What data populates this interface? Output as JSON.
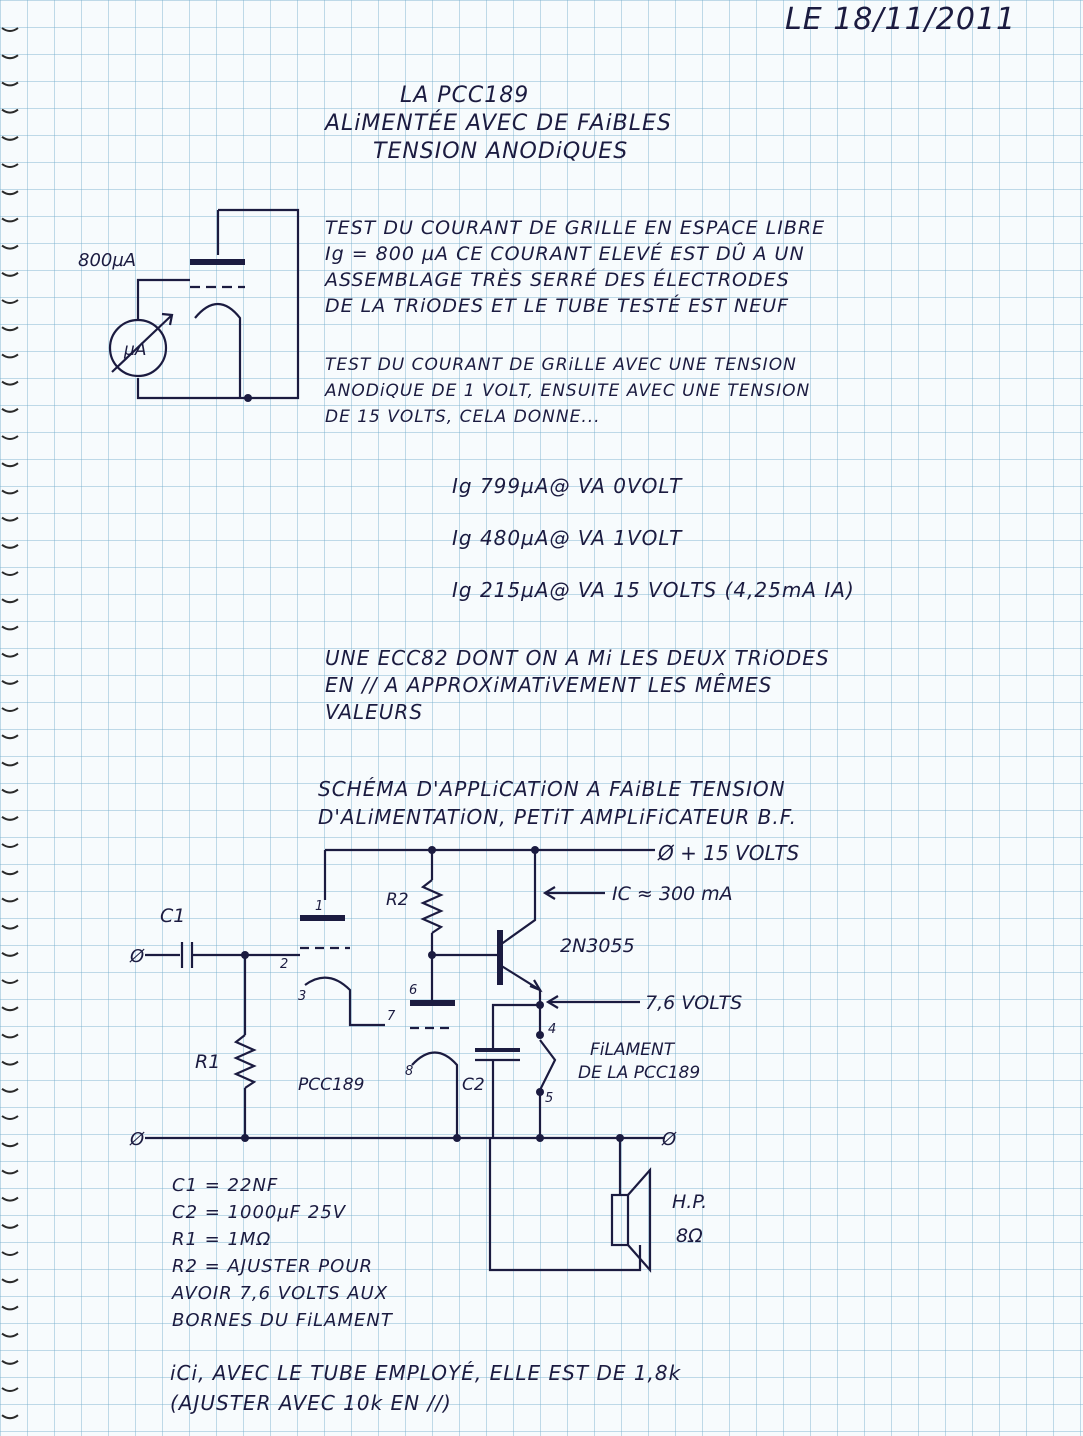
{
  "date": "LE 18/11/2011",
  "title": {
    "line1": "LA PCC189",
    "line2": "ALiMENTÉE AVEC DE FAiBLES",
    "line3": "TENSION ANODiQUES"
  },
  "test1": {
    "lines": [
      "TEST DU COURANT DE GRILLE EN ESPACE LIBRE",
      "Ig = 800 µA CE COURANT ELEVÉ EST DÛ A UN",
      "ASSEMBLAGE TRÈS SERRÉ DES ÉLECTRODES",
      "DE LA TRiODES ET LE TUBE TESTÉ EST NEUF"
    ]
  },
  "test2": {
    "lines": [
      "TEST DU COURANT DE GRiLLE AVEC UNE TENSION",
      "ANODiQUE DE 1 VOLT, ENSUITE AVEC UNE TENSION",
      "DE 15 VOLTS, CELA DONNE..."
    ]
  },
  "measurements": [
    "Ig 799µA@ VA 0VOLT",
    "Ig 480µA@ VA 1VOLT",
    "Ig 215µA@ VA 15 VOLTS   (4,25mA IA)"
  ],
  "ecc82_note": {
    "lines": [
      "UNE ECC82 DONT ON A Mi LES DEUX TRiODES",
      "EN // A APPROXiMATiVEMENT LES MÊMES",
      "VALEURS"
    ]
  },
  "schema_title": {
    "line1": "SCHÉMA D'APPLiCATiON A FAiBLE TENSION",
    "line2": "D'ALiMENTATiON, PETiT AMPLiFiCATEUR B.F."
  },
  "small_schematic": {
    "current_label": "800µA",
    "meter_label": "µA"
  },
  "schematic": {
    "supply_label": "Ø + 15 VOLTS",
    "ic_label": "IC ≈ 300 mA",
    "transistor_label": "2N3055",
    "voltage_label": "7,6 VOLTS",
    "filament_label_1": "FiLAMENT",
    "filament_label_2": "DE LA PCC189",
    "tube_label": "PCC189",
    "c1_label": "C1",
    "c2_label": "C2",
    "r1_label": "R1",
    "r2_label": "R2",
    "hp_label_1": "H.P.",
    "hp_label_2": "8Ω",
    "pins": [
      "1",
      "2",
      "3",
      "4",
      "5",
      "6",
      "7",
      "8"
    ],
    "input_symbol": "Ø",
    "ground_symbol": "Ø"
  },
  "component_values": [
    "C1 = 22NF",
    "C2 = 1000µF 25V",
    "R1 = 1MΩ",
    "R2 = AJUSTER POUR",
    "AVOIR 7,6 VOLTS AUX",
    "BORNES DU FiLAMENT"
  ],
  "footer": {
    "line1": "iCi, AVEC LE TUBE EMPLOYÉ, ELLE EST DE 1,8k",
    "line2": "(AJUSTER AVEC 10k EN //)"
  },
  "colors": {
    "ink": "#1b1b40",
    "grid": "#78afcd",
    "paper": "#f7fbfd"
  }
}
